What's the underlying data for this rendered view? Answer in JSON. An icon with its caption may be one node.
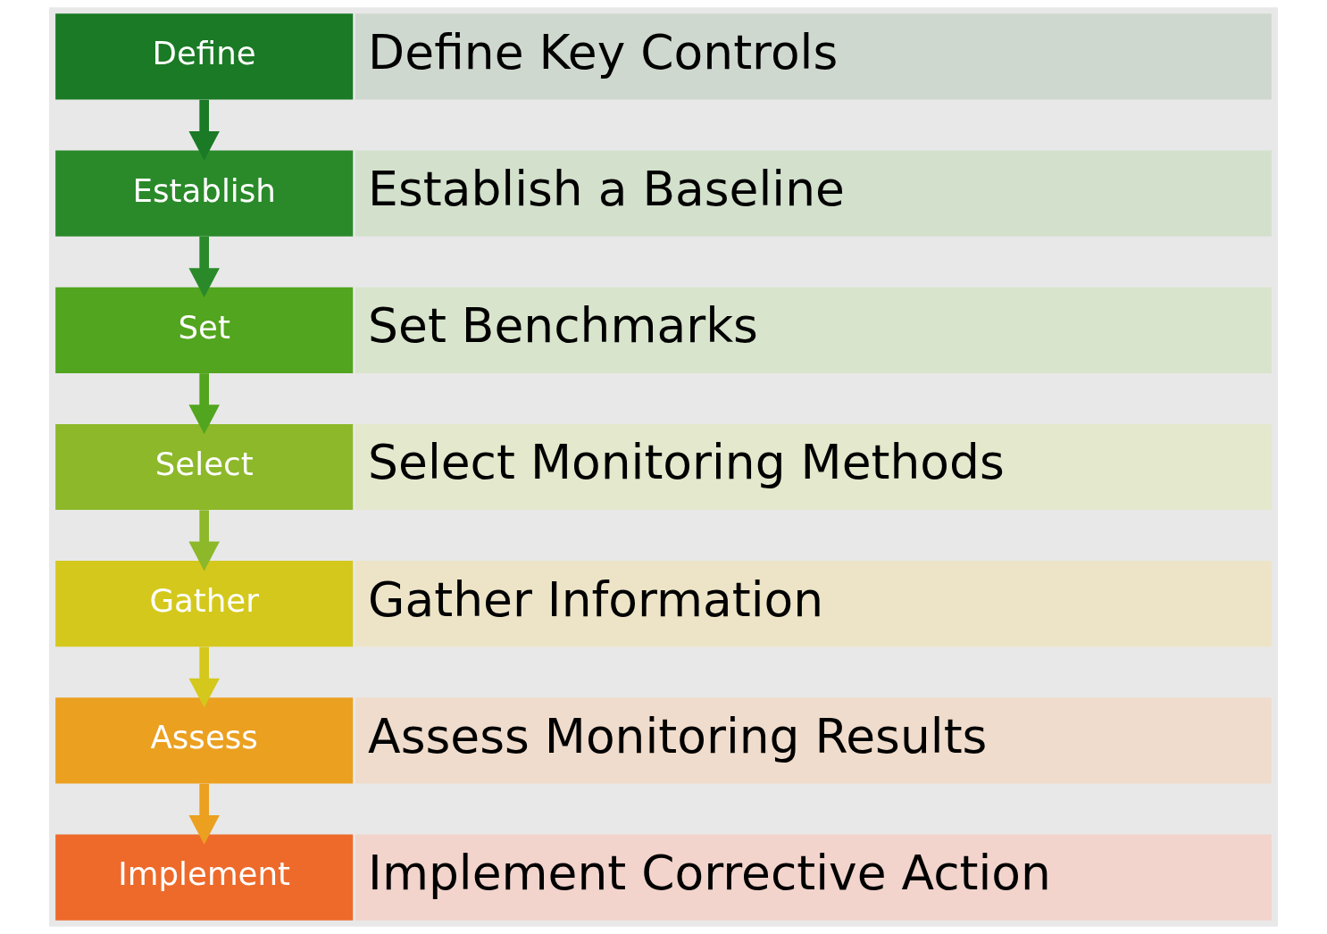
{
  "diagram": {
    "nodes": [
      {
        "text": [
          "Define"
        ]
      },
      {
        "text": [
          "Define Key Controls"
        ]
      },
      {
        "text": [
          "Establish"
        ]
      },
      {
        "text": [
          "Establish a Baseline"
        ]
      },
      {
        "text": [
          "Set"
        ]
      },
      {
        "text": [
          "Set Benchmarks"
        ]
      },
      {
        "text": [
          "Select"
        ]
      },
      {
        "text": [
          "Select Monitoring Methods"
        ]
      },
      {
        "text": [
          "Gather"
        ]
      },
      {
        "text": [
          "Gather Information"
        ]
      },
      {
        "text": [
          "Assess"
        ]
      },
      {
        "text": [
          "Assess Monitoring Results"
        ]
      },
      {
        "text": [
          "Implement"
        ]
      },
      {
        "text": [
          "Implement Corrective Action"
        ]
      }
    ],
    "edges": [
      {
        "from": 0,
        "to": 2,
        "arrow": "to",
        "color": "#1a7a25"
      },
      {
        "from": 2,
        "to": 4,
        "arrow": "to",
        "color": "#2a8a2a"
      },
      {
        "from": 4,
        "to": 6,
        "arrow": "to",
        "color": "#52a51e"
      },
      {
        "from": 6,
        "to": 8,
        "arrow": "to",
        "color": "#8cb82a"
      },
      {
        "from": 8,
        "to": 10,
        "arrow": "to",
        "color": "#d4c81c"
      },
      {
        "from": 10,
        "to": 12,
        "arrow": "to",
        "color": "#eba020"
      }
    ]
  }
}
